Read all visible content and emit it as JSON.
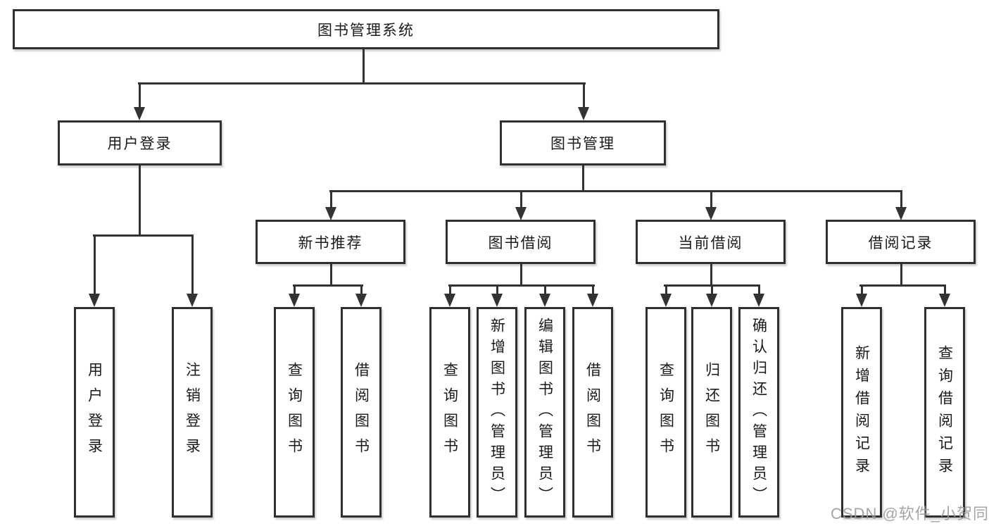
{
  "tree": {
    "root": {
      "label": "图书管理系统"
    },
    "branches": [
      {
        "label": "用户登录",
        "children": [
          {
            "label": "用户登录"
          },
          {
            "label": "注销登录"
          }
        ]
      },
      {
        "label": "图书管理",
        "groups": [
          {
            "label": "新书推荐",
            "children": [
              {
                "label": "查询图书"
              },
              {
                "label": "借阅图书"
              }
            ]
          },
          {
            "label": "图书借阅",
            "children": [
              {
                "label": "查询图书"
              },
              {
                "label": "新增图书（管理员）"
              },
              {
                "label": "编辑图书（管理员）"
              },
              {
                "label": "借阅图书"
              }
            ]
          },
          {
            "label": "当前借阅",
            "children": [
              {
                "label": "查询图书"
              },
              {
                "label": "归还图书"
              },
              {
                "label": "确认归还（管理员）"
              }
            ]
          },
          {
            "label": "借阅记录",
            "children": [
              {
                "label": "新增借阅记录"
              },
              {
                "label": "查询借阅记录"
              }
            ]
          }
        ]
      }
    ]
  },
  "colors": {
    "line": "#333333",
    "text": "#1a1a1a",
    "box_background": "#ffffff",
    "watermark": "#9b9b9b"
  },
  "watermark": {
    "text": "CSDN @软件_小贺同学"
  }
}
